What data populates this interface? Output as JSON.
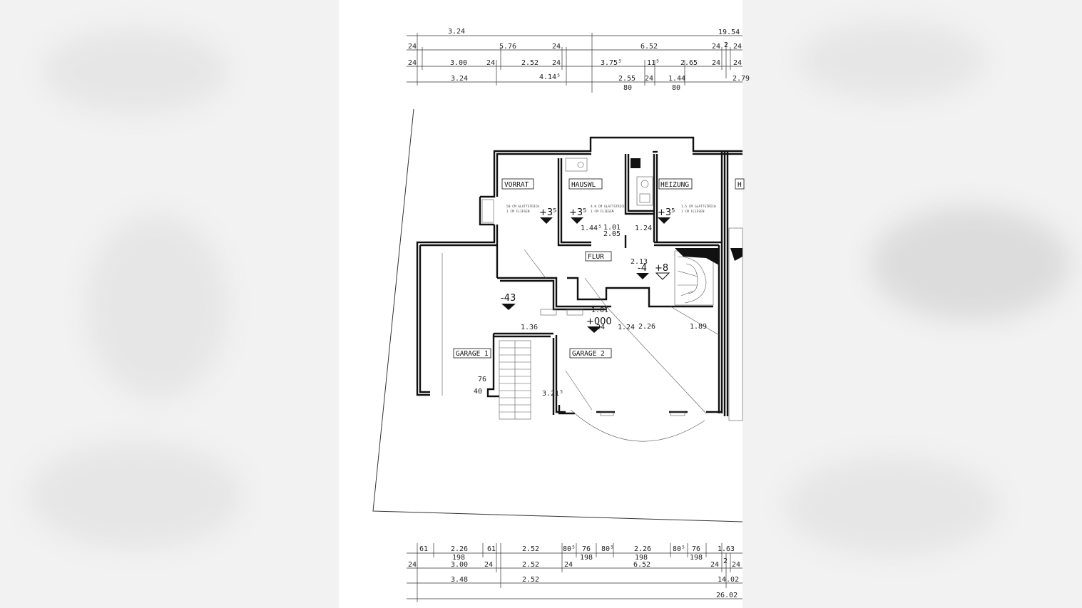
{
  "drawing": {
    "rooms": [
      {
        "id": "vorrat",
        "label": "VORRAT"
      },
      {
        "id": "hauswl",
        "label": "HAUSWL"
      },
      {
        "id": "heizung",
        "label": "HEIZUNG"
      },
      {
        "id": "flur",
        "label": "FLUR"
      },
      {
        "id": "garage1",
        "label": "GARAGE 1"
      },
      {
        "id": "garage2",
        "label": "GARAGE 2"
      },
      {
        "id": "cut",
        "label": "H"
      }
    ],
    "levels": {
      "vorrat": "+3⁵",
      "hauswl": "+3⁵",
      "heizung": "+3⁵",
      "garage1": "-43",
      "entry": "+000",
      "stair_a": "-4",
      "stair_b": "+8"
    },
    "dims_top": {
      "row1": [
        "3.24",
        "19.54"
      ],
      "row2": [
        "24",
        "5.76",
        "24",
        "6.52",
        "24",
        "2",
        "24"
      ],
      "row3": [
        "24",
        "3.00",
        "24",
        "2.52",
        "24",
        "3.75⁵",
        "11⁵",
        "2.65",
        "24",
        "24"
      ],
      "row4": [
        "3.24",
        "4.14⁵",
        "2.55",
        "80",
        "24",
        "1.44",
        "80",
        "2.79"
      ]
    },
    "dims_bottom": {
      "row1": [
        "61",
        "2.26",
        "198",
        "61",
        "2.52",
        "80⁵",
        "76",
        "198",
        "80⁵",
        "2.26",
        "198",
        "80⁵",
        "76",
        "198",
        "1.63"
      ],
      "row2": [
        "24",
        "3.00",
        "24",
        "2.52",
        "24",
        "6.52",
        "24",
        "2",
        "24"
      ],
      "row3": [
        "3.48",
        "2.52",
        "14.02"
      ],
      "row4": [
        "26.02"
      ]
    },
    "inner_dims": [
      "1.44⁵",
      "2.05",
      "1.24",
      "1.01",
      "2.13",
      "2.26",
      "1.89",
      "1.36",
      "1.24",
      "3.21⁵",
      "76",
      "40",
      "1.01",
      "24"
    ],
    "notes": {
      "vorrat": [
        "50 CM GLATTSTRICH",
        "1 CM FLIESEN"
      ],
      "hauswl": [
        "4.0 CM GLATTSTRICH",
        "1 CM FLIESEN"
      ],
      "heizung": [
        "1.5 CM GLATTSTRICH",
        "1 CM FLIESEN"
      ]
    }
  }
}
